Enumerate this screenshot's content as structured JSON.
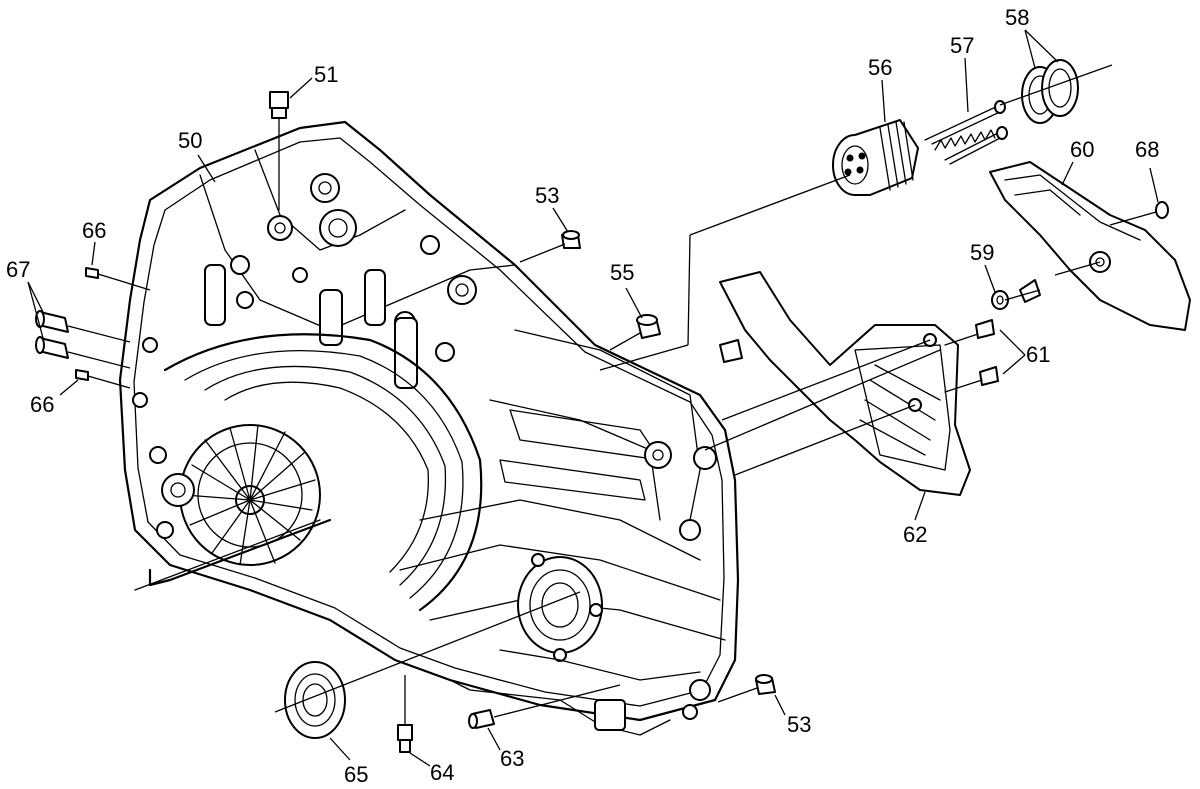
{
  "callouts": {
    "c50": "50",
    "c51": "51",
    "c53a": "53",
    "c53b": "53",
    "c55": "55",
    "c56": "56",
    "c57": "57",
    "c58": "58",
    "c59": "59",
    "c60": "60",
    "c61": "61",
    "c62": "62",
    "c63": "63",
    "c64": "64",
    "c65": "65",
    "c66a": "66",
    "c66b": "66",
    "c67": "67",
    "c68": "68"
  }
}
